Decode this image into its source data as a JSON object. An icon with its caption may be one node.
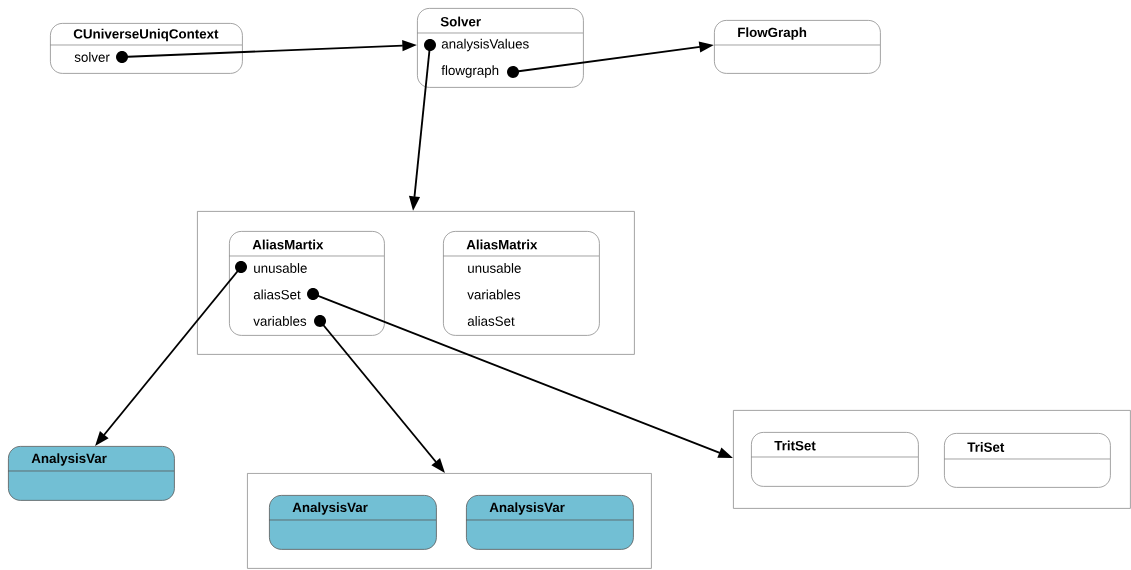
{
  "diagram": {
    "nodes": [
      {
        "text": [
          "CUniverseUniqContext",
          "solver"
        ]
      },
      {
        "text": [
          "Solver",
          "analysisValues",
          "flowgraph"
        ]
      },
      {
        "text": [
          "FlowGraph"
        ]
      },
      {
        "text": [],
        "shape": "box"
      },
      {
        "text": [
          "AliasMartix",
          "unusable",
          "aliasSet",
          "variables"
        ],
        "in": 3
      },
      {
        "text": [
          "AliasMatrix",
          "unusable",
          "variables",
          "aliasSet"
        ],
        "in": 3
      },
      {
        "text": [
          "AnalysisVar"
        ]
      },
      {
        "text": [],
        "shape": "box"
      },
      {
        "text": [
          "AnalysisVar"
        ],
        "in": 7
      },
      {
        "text": [
          "AnalysisVar"
        ],
        "in": 7
      },
      {
        "text": [],
        "shape": "box"
      },
      {
        "text": [
          "TritSet"
        ],
        "in": 10
      },
      {
        "text": [
          "TriSet"
        ],
        "in": 10
      }
    ],
    "edges": [
      {
        "from": 0,
        "to": 1,
        "arrow": "to"
      },
      {
        "from": 1,
        "to": 2,
        "arrow": "to"
      },
      {
        "from": 1,
        "to": 3,
        "arrow": "to"
      },
      {
        "from": 4,
        "to": 6,
        "arrow": "to"
      },
      {
        "from": 4,
        "to": 7,
        "arrow": "to"
      },
      {
        "from": 4,
        "to": 10,
        "arrow": "to"
      }
    ]
  }
}
